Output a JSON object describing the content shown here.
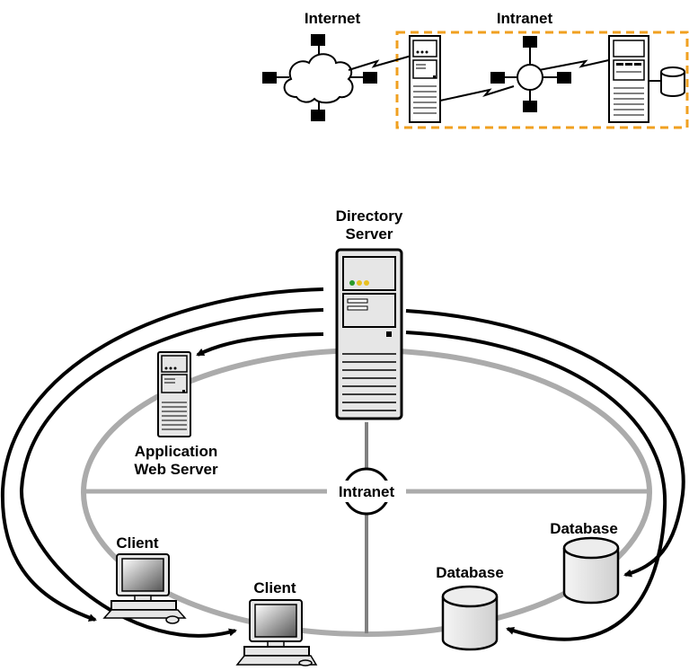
{
  "top_diagram": {
    "internet_label": "Internet",
    "intranet_label": "Intranet"
  },
  "main_diagram": {
    "directory_server_label": [
      "Directory",
      "Server"
    ],
    "app_server_label": [
      "Application",
      "Web Server"
    ],
    "hub_label": "Intranet",
    "client_labels": [
      "Client",
      "Client"
    ],
    "database_labels": [
      "Database",
      "Database"
    ]
  },
  "colors": {
    "ring": "#ababab",
    "dashed_box": "#f0a020",
    "server_fill": "#e6e6e6",
    "line": "#000000"
  }
}
